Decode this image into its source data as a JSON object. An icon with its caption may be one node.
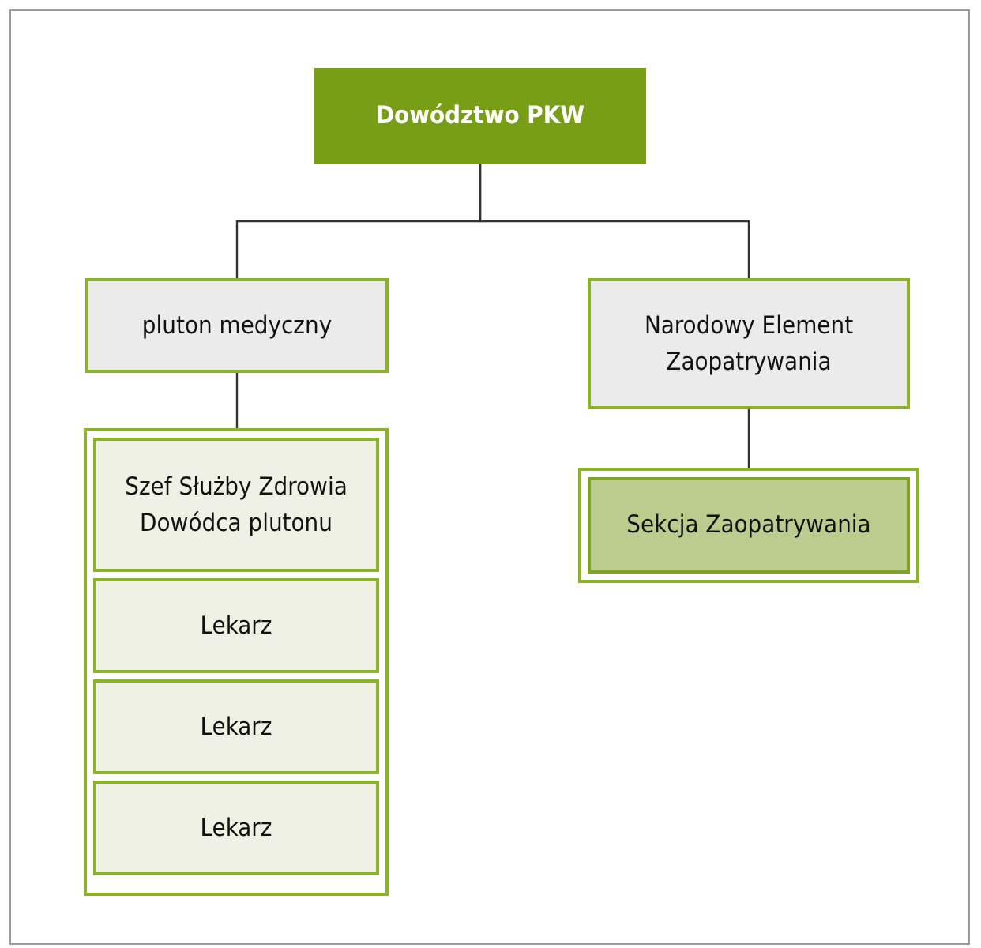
{
  "diagram": {
    "nodes": [
      {
        "text": [
          "Dowództwo PKW"
        ]
      },
      {
        "text": [
          "pluton medyczny"
        ]
      },
      {
        "text": [
          "Narodowy Element Zaopatrywania"
        ]
      },
      {
        "text": [],
        "shape": "box"
      },
      {
        "text": [
          "Szef Służby Zdrowia Dowódca plutonu"
        ],
        "in": 3
      },
      {
        "text": [
          "Lekarz"
        ],
        "in": 3
      },
      {
        "text": [
          "Lekarz"
        ],
        "in": 3
      },
      {
        "text": [
          "Lekarz"
        ],
        "in": 3
      },
      {
        "text": [],
        "shape": "box"
      },
      {
        "text": [
          "Sekcja Zaopatrywania"
        ],
        "in": 8
      }
    ],
    "edges": [
      {
        "from": 0,
        "to": 1,
        "arrow": "none"
      },
      {
        "from": 0,
        "to": 2,
        "arrow": "none"
      },
      {
        "from": 1,
        "to": 3,
        "arrow": "none"
      },
      {
        "from": 2,
        "to": 8,
        "arrow": "none"
      }
    ]
  }
}
